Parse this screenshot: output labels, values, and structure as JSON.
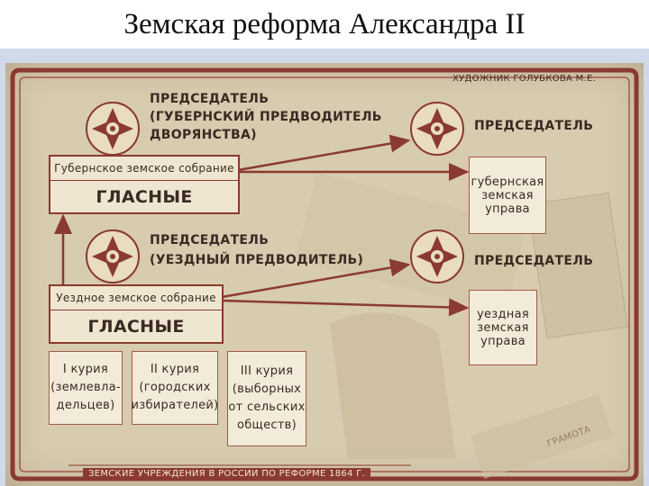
{
  "slide": {
    "title": "Земская реформа Александра II"
  },
  "poster": {
    "artist_credit": "ХУДОЖНИК ГОЛУБКОВА М.Е.",
    "bottom_caption": "ЗЕМСКИЕ УЧРЕЖДЕНИЯ В РОССИИ ПО РЕФОРМЕ 1864 Г.",
    "gubernia": {
      "chairman_lines": [
        "ПРЕДСЕДАТЕЛЬ",
        "(ГУБЕРНСКИЙ ПРЕДВОДИТЕЛЬ",
        "ДВОРЯНСТВА)"
      ],
      "assembly": "Губернское земское собрание",
      "glasnye": "ГЛАСНЫЕ",
      "uprava_chairman": "ПРЕДСЕДАТЕЛЬ",
      "uprava_lines": [
        "губернская",
        "земская",
        "управа"
      ]
    },
    "uezd": {
      "chairman_lines": [
        "ПРЕДСЕДАТЕЛЬ",
        "(УЕЗДНЫЙ ПРЕДВОДИТЕЛЬ)"
      ],
      "assembly": "Уездное земское собрание",
      "glasnye": "ГЛАСНЫЕ",
      "uprava_chairman": "ПРЕДСЕДАТЕЛЬ",
      "uprava_lines": [
        "уездная",
        "земская",
        "управа"
      ]
    },
    "curiae": [
      {
        "lines": [
          "I курия",
          "(землевла-",
          "дельцев)"
        ]
      },
      {
        "lines": [
          "II курия",
          "(городских",
          "избирателей)"
        ]
      },
      {
        "lines": [
          "III курия",
          "(выборных",
          "от сельских",
          "обществ)"
        ]
      }
    ],
    "background_stamp": "ГРАМОТА",
    "colors": {
      "arrow": "#8a3a30",
      "frame": "#8a3a30",
      "paper": "#d7cbb0",
      "ink": "#3b2a22"
    }
  }
}
